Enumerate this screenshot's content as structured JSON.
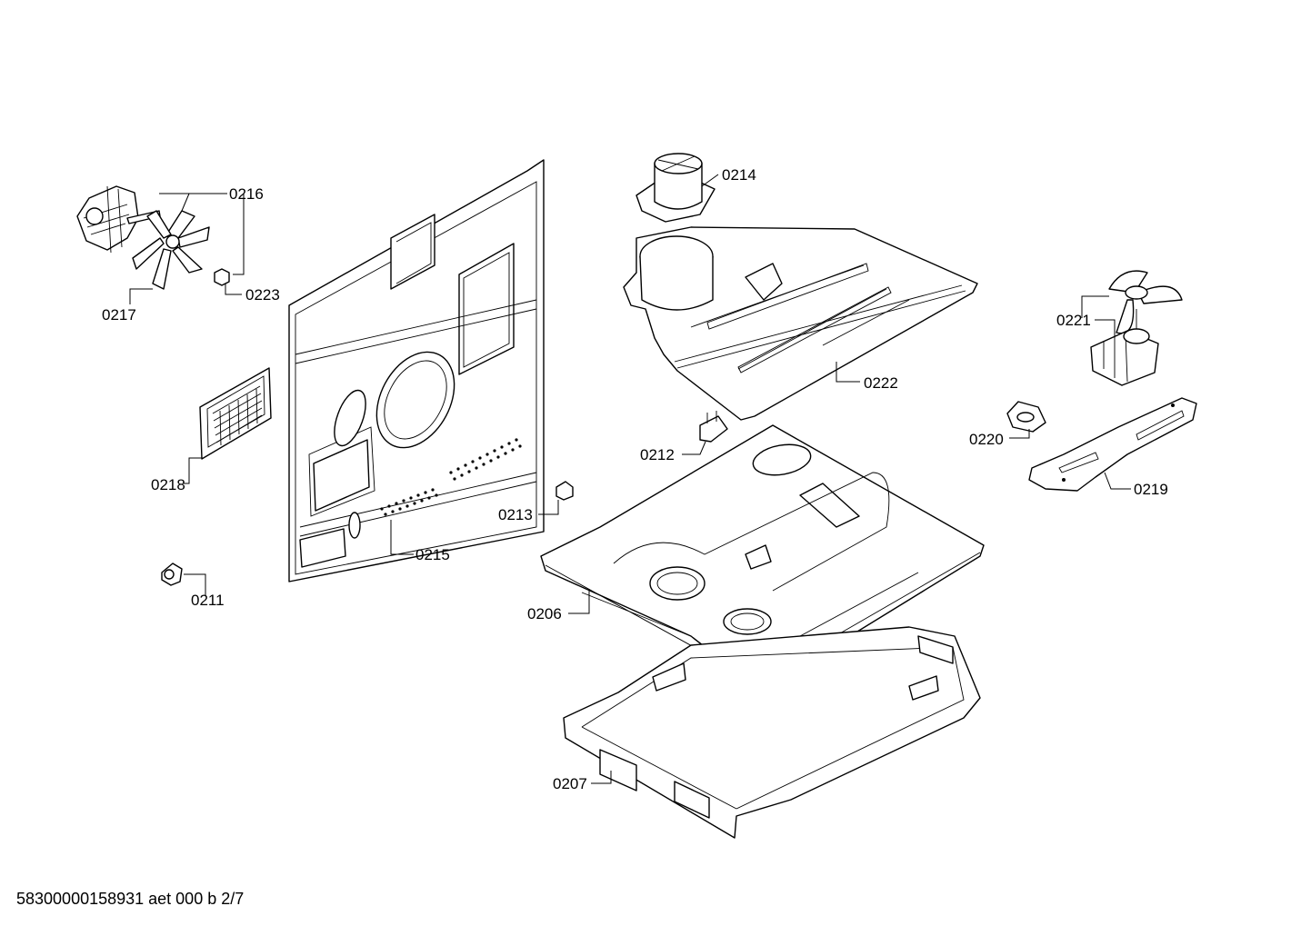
{
  "labels": {
    "p0216": "0216",
    "p0217": "0217",
    "p0223": "0223",
    "p0218": "0218",
    "p0211": "0211",
    "p0215": "0215",
    "p0214": "0214",
    "p0222": "0222",
    "p0212": "0212",
    "p0213": "0213",
    "p0206": "0206",
    "p0207": "0207",
    "p0221": "0221",
    "p0220": "0220",
    "p0219": "0219"
  },
  "footer": "58300000158931 aet 000 b 2/7"
}
